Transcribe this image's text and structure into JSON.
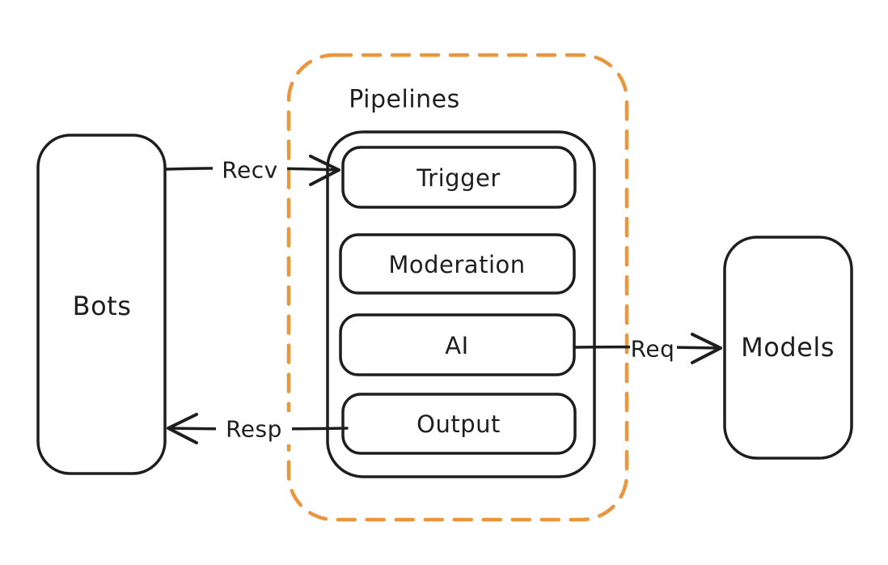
{
  "canvas": {
    "background_color": "#ffffff",
    "ink_color": "#1e1e1e",
    "accent_color": "#e8973f"
  },
  "nodes": {
    "bots": {
      "label": "Bots"
    },
    "pipelines": {
      "label": "Pipelines"
    },
    "trigger": {
      "label": "Trigger"
    },
    "moderation": {
      "label": "Moderation"
    },
    "ai": {
      "label": "AI"
    },
    "output": {
      "label": "Output"
    },
    "models": {
      "label": "Models"
    }
  },
  "edges": {
    "recv": {
      "label": "Recv",
      "from": "Bots",
      "to": "Trigger"
    },
    "req": {
      "label": "Req",
      "from": "AI",
      "to": "Models"
    },
    "resp": {
      "label": "Resp",
      "from": "Output",
      "to": "Bots"
    }
  }
}
